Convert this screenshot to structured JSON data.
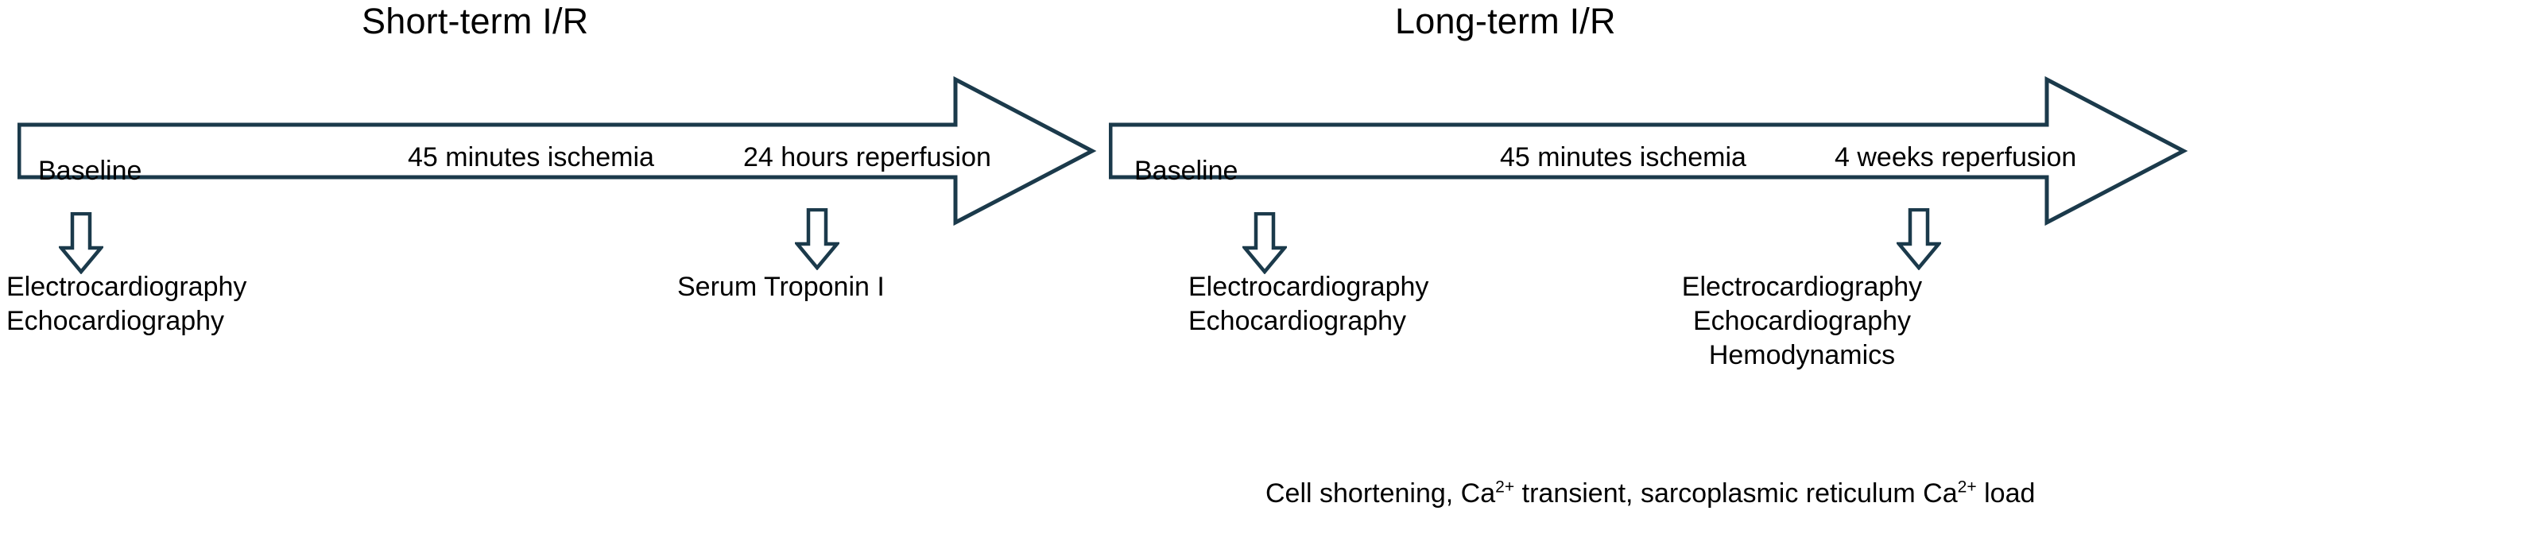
{
  "figure": {
    "panels": [
      {
        "id": "short-term",
        "title": "Short-term I/R",
        "stages": [
          {
            "label": "Baseline"
          },
          {
            "line1": "45 minutes",
            "line2": "ischemia"
          },
          {
            "line1": "24 hours",
            "line2": "reperfusion"
          }
        ],
        "readouts": [
          {
            "lines": [
              "Electrocardiography",
              "Echocardiography"
            ]
          },
          {
            "lines": [
              "Serum Troponin I"
            ]
          }
        ]
      },
      {
        "id": "long-term",
        "title": "Long-term I/R",
        "stages": [
          {
            "label": "Baseline"
          },
          {
            "line1": "45 minutes",
            "line2": "ischemia"
          },
          {
            "line1": "4 weeks",
            "line2": "reperfusion"
          }
        ],
        "readouts": [
          {
            "lines": [
              "Electrocardiography",
              "Echocardiography"
            ]
          },
          {
            "lines": [
              "Electrocardiography",
              "Echocardiography",
              "Hemodynamics"
            ]
          }
        ],
        "footnote": {
          "prefix": "Cell shortening, Ca",
          "sup1": "2+",
          "middle": " transient, sarcoplasmic reticulum Ca",
          "sup2": "2+",
          "suffix": " load"
        }
      }
    ],
    "colors": {
      "outline": "#1b3a4b",
      "fill": "#ffffff",
      "text": "#000000",
      "background": "#ffffff"
    }
  }
}
